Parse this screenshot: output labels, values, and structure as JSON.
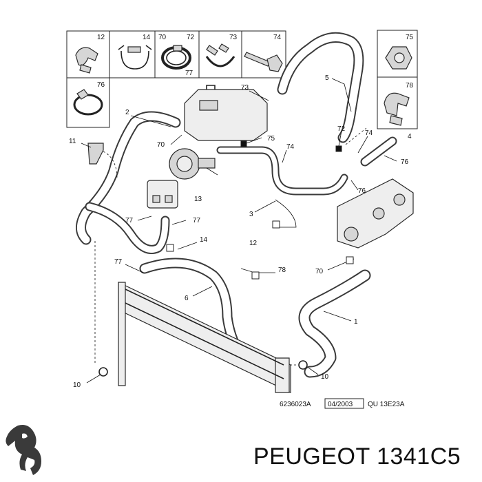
{
  "header_box_labels": [
    "12",
    "14",
    "70",
    "72",
    "77",
    "73",
    "74",
    "75",
    "76",
    "78"
  ],
  "callouts": {
    "c1": "1",
    "c2": "2",
    "c3": "3",
    "c4": "4",
    "c5": "5",
    "c6": "6",
    "c10a": "10",
    "c10b": "10",
    "c11": "11",
    "c12": "12",
    "c13": "13",
    "c14": "14",
    "c70a": "70",
    "c70b": "70",
    "c72": "72",
    "c73": "73",
    "c74a": "74",
    "c74b": "74",
    "c75": "75",
    "c76a": "76",
    "c76b": "76",
    "c77a": "77",
    "c77b": "77",
    "c77c": "77",
    "c78": "78"
  },
  "caption": {
    "code": "6236023A",
    "date": "04/2003",
    "ref": "QU 13E23A"
  },
  "brand": {
    "logo": "peugeot-lion-logo",
    "text": "PEUGEOT 1341C5"
  }
}
